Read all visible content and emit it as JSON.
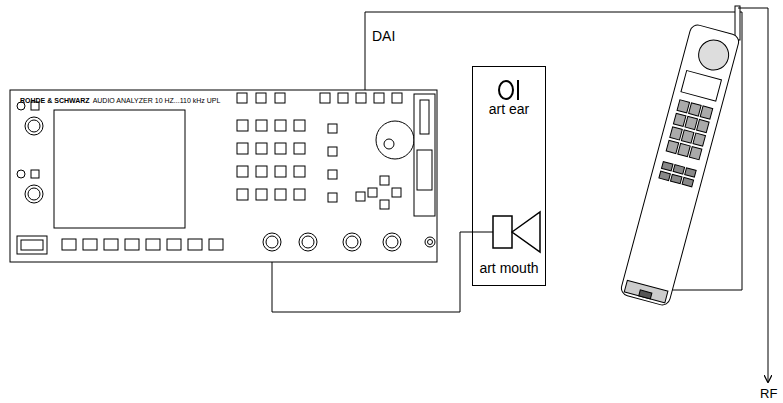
{
  "diagram": {
    "nodes": [
      {
        "text": [
          "ROHDE & SCHWARZ",
          "AUDIO ANALYZER 10 HZ...110 kHz UPL"
        ]
      },
      {
        "text": [
          "art ear",
          "art mouth"
        ]
      }
    ],
    "edges": [
      {
        "from": 0,
        "to": 1,
        "arrow": "none"
      }
    ],
    "labels": [
      "DAI",
      "RF"
    ]
  }
}
